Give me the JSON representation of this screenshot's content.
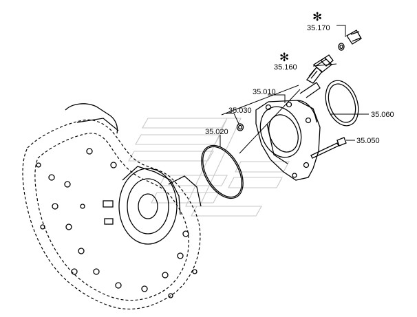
{
  "callouts": [
    {
      "id": "c-35170",
      "text": "35.170",
      "starred": true
    },
    {
      "id": "c-35160",
      "text": "35.160",
      "starred": true
    },
    {
      "id": "c-35010",
      "text": "35.010",
      "starred": false
    },
    {
      "id": "c-35030",
      "text": "35.030",
      "starred": false
    },
    {
      "id": "c-35020",
      "text": "35.020",
      "starred": false
    },
    {
      "id": "c-35060",
      "text": "35.060",
      "starred": false
    },
    {
      "id": "c-35050",
      "text": "35.050",
      "starred": false
    }
  ],
  "star_glyph": "✻"
}
